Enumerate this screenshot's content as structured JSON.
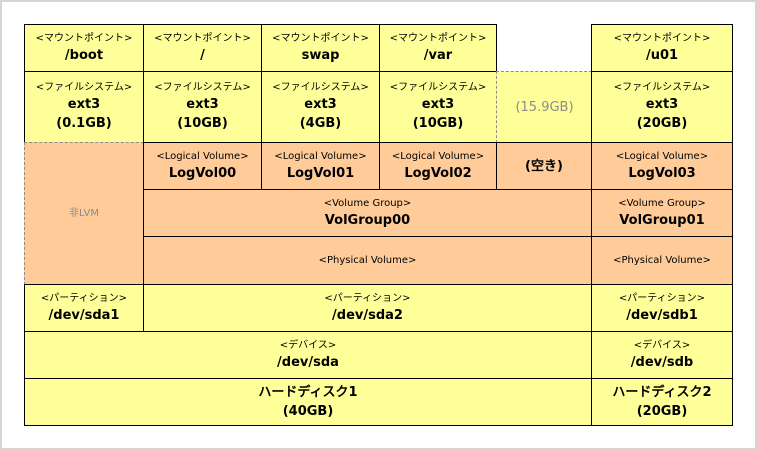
{
  "colors": {
    "filesystem": "#ffff99",
    "lvm": "#ffcc99",
    "free_text": "#8c8c8c"
  },
  "labels": {
    "mount": "<マウントポイント>",
    "fs": "<ファイルシステム>",
    "lv": "<Logical Volume>",
    "vg": "<Volume Group>",
    "pv": "<Physical Volume>",
    "part": "<パーティション>",
    "dev": "<デバイス>"
  },
  "mounts": [
    "/boot",
    "/",
    "swap",
    "/var",
    "/u01"
  ],
  "filesystems": [
    {
      "type": "ext3",
      "size": "(0.1GB)"
    },
    {
      "type": "ext3",
      "size": "(10GB)"
    },
    {
      "type": "ext3",
      "size": "(4GB)"
    },
    {
      "type": "ext3",
      "size": "(10GB)"
    },
    {
      "type": "ext3",
      "size": "(20GB)"
    }
  ],
  "free_size": "(15.9GB)",
  "free_lv": "(空き)",
  "non_lvm": "非LVM",
  "logical_volumes": [
    "LogVol00",
    "LogVol01",
    "LogVol02",
    "LogVol03"
  ],
  "volume_groups": [
    "VolGroup00",
    "VolGroup01"
  ],
  "partitions": [
    "/dev/sda1",
    "/dev/sda2",
    "/dev/sdb1"
  ],
  "devices": [
    "/dev/sda",
    "/dev/sdb"
  ],
  "disks": [
    {
      "name": "ハードディスク1",
      "size": "(40GB)"
    },
    {
      "name": "ハードディスク2",
      "size": "(20GB)"
    }
  ]
}
